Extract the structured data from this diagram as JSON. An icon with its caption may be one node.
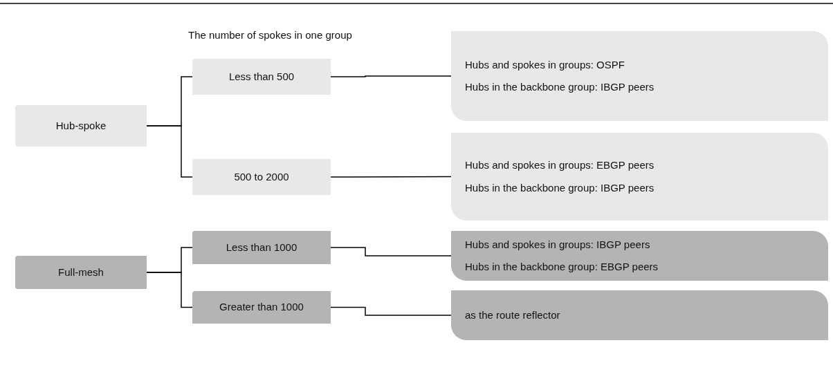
{
  "diagram": {
    "nodes": [
      {
        "text": [
          "Hub-spoke"
        ]
      },
      {
        "text": [
          "Less than 500"
        ]
      },
      {
        "text": [
          "Hubs and spokes in groups: OSPF",
          "Hubs in the backbone group: IBGP peers"
        ]
      },
      {
        "text": [
          "500 to 2000"
        ]
      },
      {
        "text": [
          "Hubs and spokes in groups: EBGP peers",
          "Hubs in the backbone group: IBGP peers"
        ]
      },
      {
        "text": [
          "Full-mesh"
        ]
      },
      {
        "text": [
          "Less than 1000"
        ]
      },
      {
        "text": [
          "Hubs and spokes in groups: IBGP peers",
          "Hubs in the backbone group: EBGP peers"
        ]
      },
      {
        "text": [
          "Greater than 1000"
        ]
      },
      {
        "text": [
          "as the route reflector"
        ]
      }
    ],
    "edges": [
      {
        "from": 0,
        "to": 1,
        "arrow": "none"
      },
      {
        "from": 0,
        "to": 3,
        "arrow": "none"
      },
      {
        "from": 1,
        "to": 2,
        "arrow": "none"
      },
      {
        "from": 3,
        "to": 4,
        "arrow": "none"
      },
      {
        "from": 5,
        "to": 6,
        "arrow": "none"
      },
      {
        "from": 5,
        "to": 8,
        "arrow": "none"
      },
      {
        "from": 6,
        "to": 7,
        "arrow": "none"
      },
      {
        "from": 8,
        "to": 9,
        "arrow": "none"
      }
    ],
    "labels": [
      "The number of spokes in one group"
    ]
  }
}
